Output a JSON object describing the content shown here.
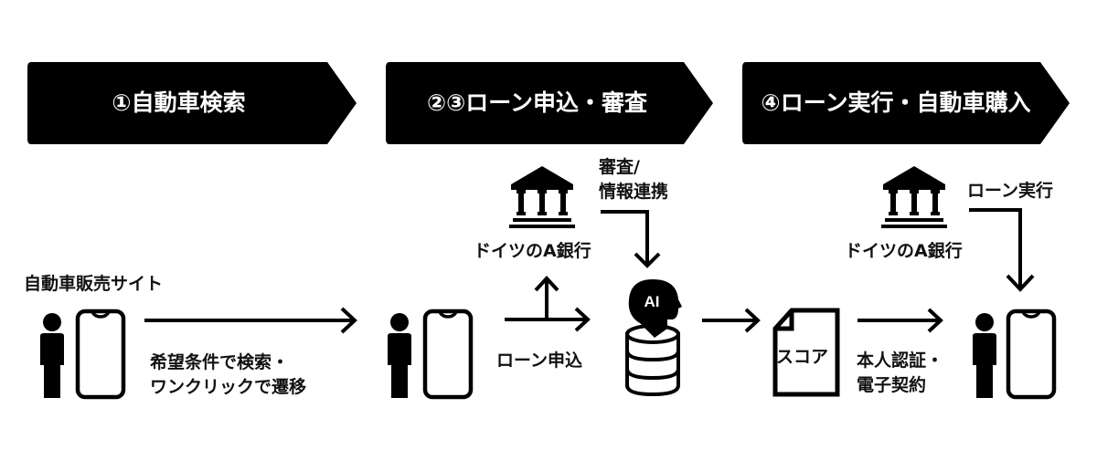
{
  "stages": [
    {
      "label": "①自動車検索"
    },
    {
      "label": "②③ローン申込・審査"
    },
    {
      "label": "④ローン実行・自動車購入"
    }
  ],
  "step1": {
    "site_label": "自動車販売サイト",
    "arrow_label_line1": "希望条件で検索・",
    "arrow_label_line2": "ワンクリックで遷移"
  },
  "step2": {
    "bank_label": "ドイツのA銀行",
    "review_label_line1": "審査/",
    "review_label_line2": "情報連携",
    "apply_label": "ローン申込",
    "ai_badge": "AI"
  },
  "step3": {
    "score_label": "スコア",
    "bank_label": "ドイツのA銀行",
    "execute_label": "ローン実行",
    "contract_label_line1": "本人認証・",
    "contract_label_line2": "電子契約"
  }
}
